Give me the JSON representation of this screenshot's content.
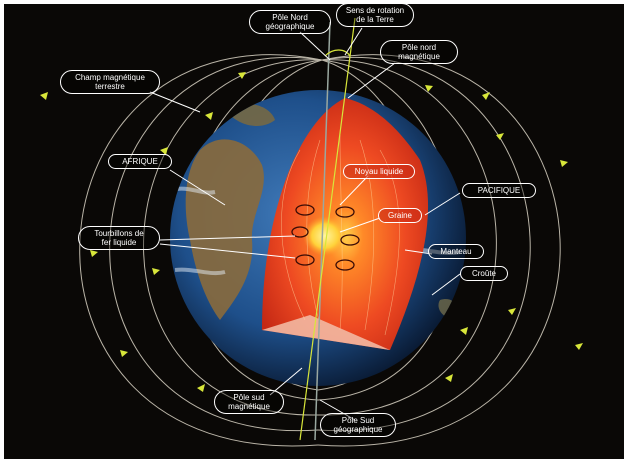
{
  "labels": {
    "pole_nord_geo": "Pôle Nord\ngéographique",
    "sens_rotation": "Sens de rotation\nde la Terre",
    "pole_nord_mag": "Pôle nord\nmagnétique",
    "champ": "Champ magnétique\nterrestre",
    "afrique": "AFRIQUE",
    "pacifique": "PACIFIQUE",
    "noyau_liquide": "Noyau liquide",
    "graine": "Graine",
    "tourbillons": "Tourbillons de\nfer liquide",
    "manteau": "Manteau",
    "croute": "Croûte",
    "pole_sud_mag": "Pôle sud\nmagnétique",
    "pole_sud_geo": "Pôle Sud\ngéographique"
  },
  "colors": {
    "space": "#0a0806",
    "field_lines": "#d9d3c4",
    "arrows": "#d8e63a",
    "core_outer": "#e8401e",
    "core_inner": "#ffe060",
    "ocean": "#1e4f8a",
    "land": "#8a6a3c"
  }
}
